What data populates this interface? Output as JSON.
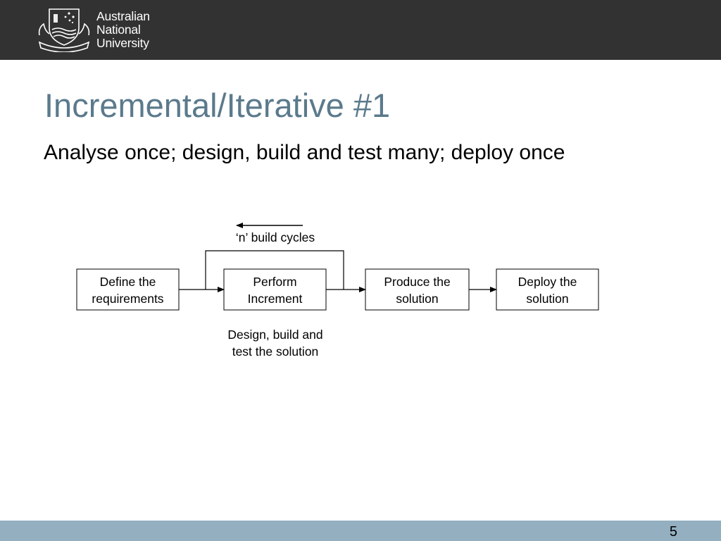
{
  "header": {
    "logo_lines": [
      "Australian",
      "National",
      "University"
    ]
  },
  "slide": {
    "title": "Incremental/Iterative #1",
    "subtitle": "Analyse once; design, build and test many; deploy once"
  },
  "diagram": {
    "loop_label": "‘n’ build cycles",
    "steps": [
      {
        "lines": [
          "Define the",
          "requirements"
        ]
      },
      {
        "lines": [
          "Perform",
          "Increment"
        ]
      },
      {
        "lines": [
          "Produce the",
          "solution"
        ]
      },
      {
        "lines": [
          "Deploy the",
          "solution"
        ]
      }
    ],
    "increment_note": [
      "Design, build and",
      "test the solution"
    ]
  },
  "footer": {
    "page_number": "5"
  },
  "colors": {
    "header_bg": "#323232",
    "title": "#5b7a8c",
    "footer_bg": "#93afc0"
  }
}
